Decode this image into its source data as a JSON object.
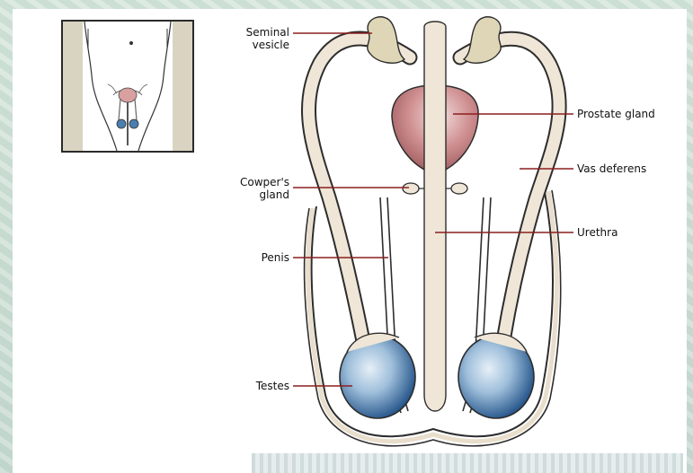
{
  "labels": {
    "seminal_vesicle": "Seminal\nvesicle",
    "prostate_gland": "Prostate gland",
    "vas_deferens": "Vas deferens",
    "cowpers_gland": "Cowper's\ngland",
    "urethra": "Urethra",
    "penis": "Penis",
    "testes": "Testes"
  },
  "colors": {
    "background_texture": "#cfe0d6",
    "panel": "#ffffff",
    "duct_fill": "#efe6d7",
    "outline": "#2d2d2d",
    "prostate": "#c07a7c",
    "testis": "#4a7fb0",
    "leader_line": "#8b1e1e",
    "vesicle": "#ded6b6"
  }
}
